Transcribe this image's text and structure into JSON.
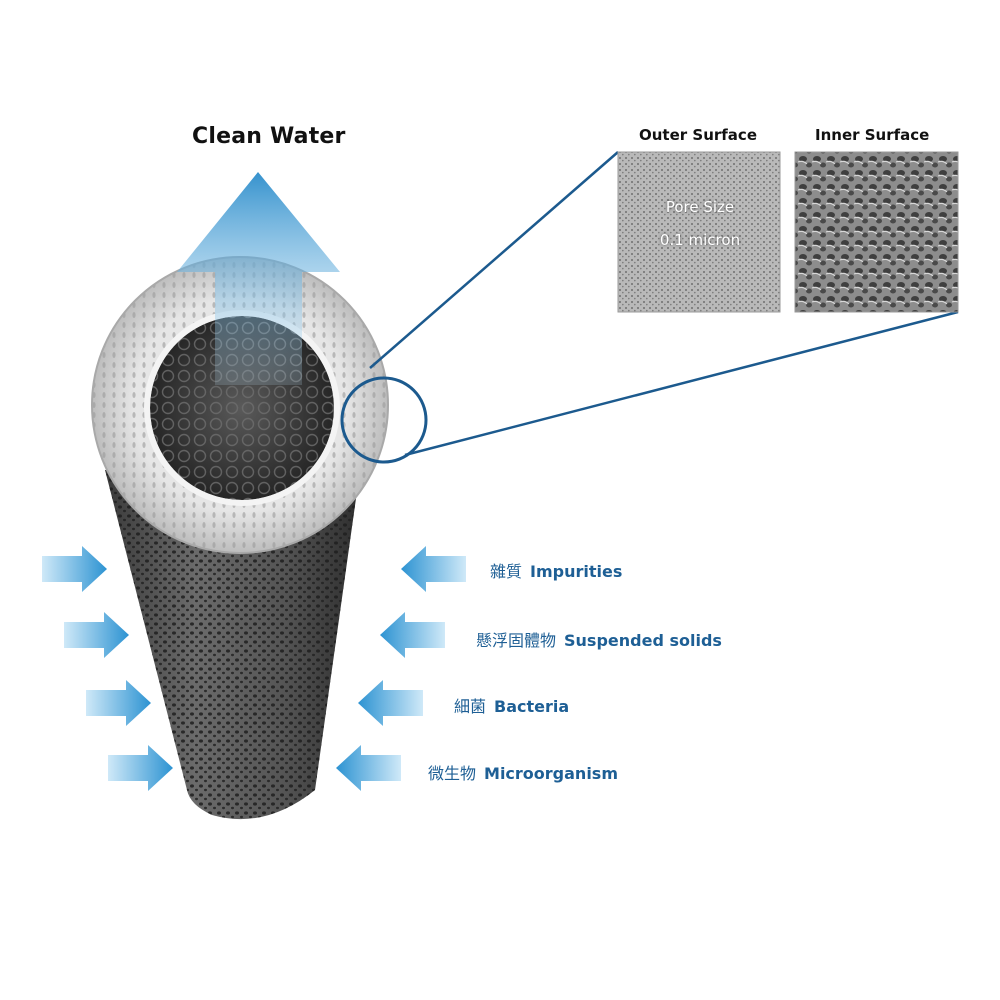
{
  "title": "Clean Water",
  "panels": {
    "outer": {
      "title": "Outer Surface",
      "line1": "Pore Size",
      "line2": "0.1 micron"
    },
    "inner": {
      "title": "Inner Surface"
    }
  },
  "labels": [
    {
      "cjk": "雜質",
      "en": "Impurities"
    },
    {
      "cjk": "懸浮固體物",
      "en": "Suspended solids"
    },
    {
      "cjk": "細菌",
      "en": "Bacteria"
    },
    {
      "cjk": "微生物",
      "en": "Microorganism"
    }
  ],
  "colors": {
    "accent_blue": "#1e5f95",
    "arrow_blue": "#3a9bd6",
    "line_blue": "#1c5a8e",
    "tube_gray": "#4a4a4a"
  }
}
